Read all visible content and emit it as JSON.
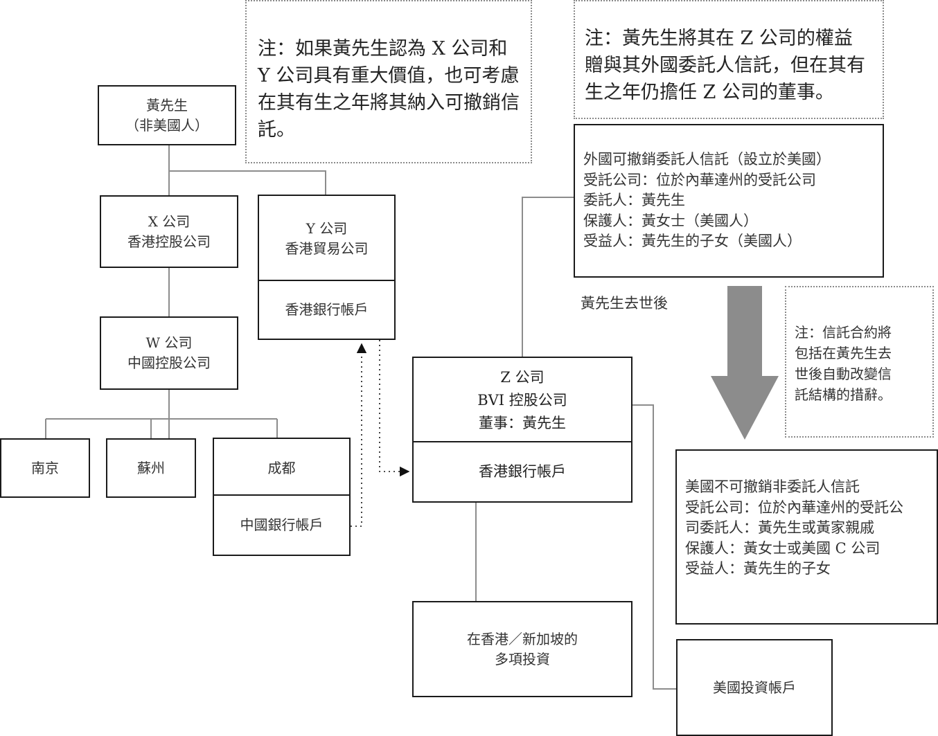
{
  "nodes": {
    "huang": {
      "lines": [
        "黃先生",
        "（非美國人）"
      ]
    },
    "company_x": {
      "lines": [
        "X 公司",
        "香港控股公司"
      ]
    },
    "company_y": {
      "lines": [
        "Y 公司",
        "香港貿易公司"
      ],
      "account": "香港銀行帳戶"
    },
    "company_w": {
      "lines": [
        "W 公司",
        "中國控股公司"
      ]
    },
    "nanjing": {
      "label": "南京"
    },
    "suzhou": {
      "label": "蘇州"
    },
    "chengdu": {
      "label": "成都",
      "account": "中國銀行帳戶"
    },
    "company_z": {
      "lines": [
        "Z 公司",
        "BVI 控股公司",
        "董事：黃先生"
      ],
      "account": "香港銀行帳戶"
    },
    "investments": {
      "lines": [
        "在香港／新加坡的",
        "多項投資"
      ]
    },
    "us_account": {
      "label": "美國投資帳戶"
    },
    "revocable_trust": {
      "lines": [
        "外國可撤銷委託人信託（設立於美國）",
        "受託公司：位於內華達州的受託公司",
        "委託人：黃先生",
        "保護人：黃女士（美國人）",
        "受益人：黃先生的子女（美國人）"
      ]
    },
    "irrevocable_trust": {
      "lines": [
        "美國不可撤銷非委託人信託",
        "受託公司：位於內華達州的受託公",
        "司委託人：黃先生或黃家親戚",
        "保護人：黃女士或美國 C 公司",
        "受益人：黃先生的子女"
      ]
    }
  },
  "notes": {
    "note_xy": {
      "lines": [
        "注：如果黃先生認為 X 公司和",
        "Y 公司具有重大價值，也可考慮",
        "在其有生之年將其納入可撤銷信",
        "託。"
      ]
    },
    "note_z": {
      "lines": [
        "注：黃先生將其在 Z 公司的權益",
        "贈與其外國委託人信託，但在其有",
        "生之年仍擔任 Z 公司的董事。"
      ]
    },
    "note_contract": {
      "lines": [
        "注：信託合約將",
        "包括在黃先生去",
        "世後自動改變信",
        "託結構的措辭。"
      ]
    }
  },
  "after_death_label": "黃先生去世後",
  "colors": {
    "box_border": "#1a1a1a",
    "connector": "#8c8c8c",
    "arrow": "#8c8c8c",
    "note_border": "#8a8a8a"
  }
}
